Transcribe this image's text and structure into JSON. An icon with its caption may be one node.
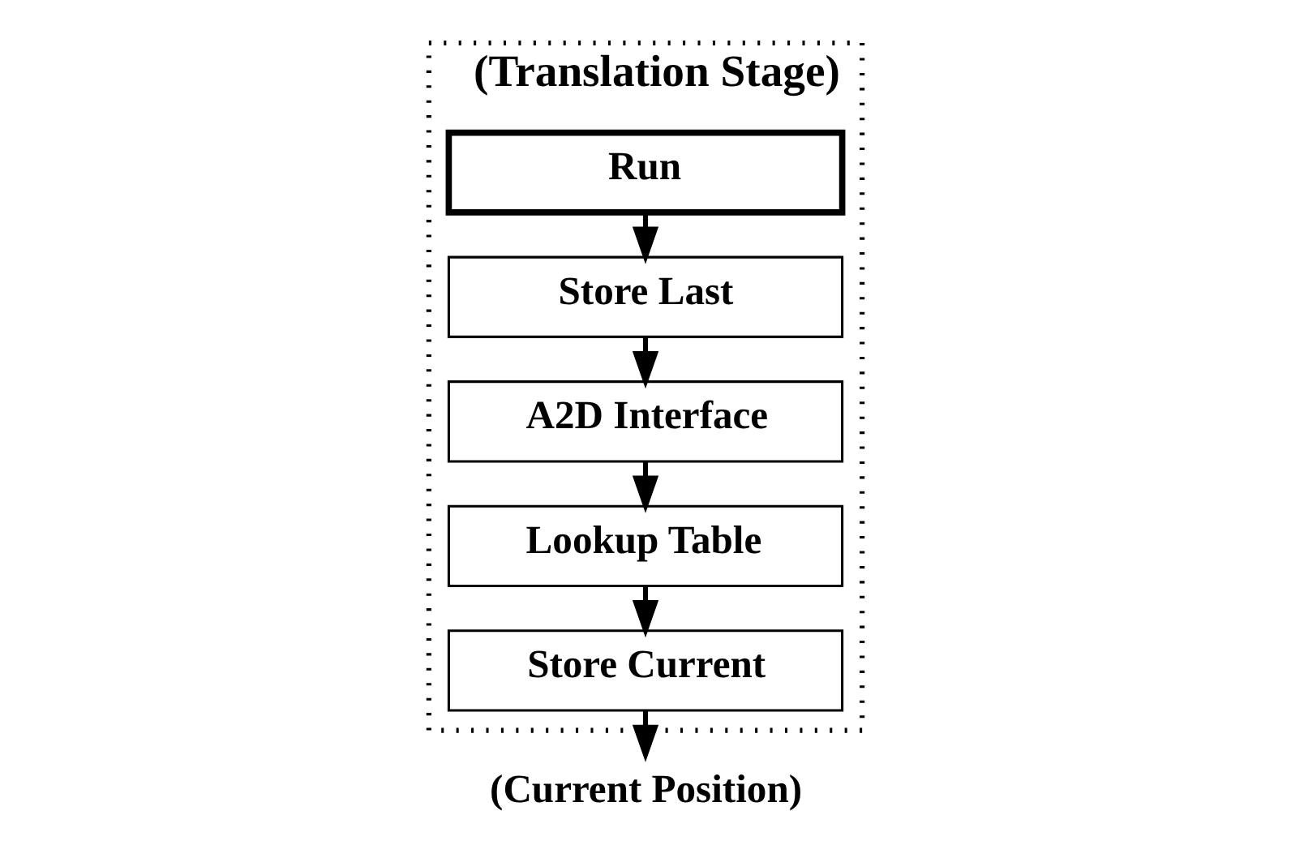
{
  "diagram": {
    "nodes": [
      {
        "text": [
          "(Translation Stage)"
        ]
      },
      {
        "text": [
          "Run"
        ],
        "in": 0
      },
      {
        "text": [
          "Store Last"
        ],
        "in": 0
      },
      {
        "text": [
          "A2D Interface"
        ],
        "in": 0
      },
      {
        "text": [
          "Lookup Table"
        ],
        "in": 0
      },
      {
        "text": [
          "Store Current"
        ],
        "in": 0
      },
      {
        "text": [
          "(Current Position)"
        ]
      }
    ],
    "edges": [
      {
        "from": 1,
        "to": 2,
        "arrow": "to"
      },
      {
        "from": 2,
        "to": 3,
        "arrow": "to"
      },
      {
        "from": 3,
        "to": 4,
        "arrow": "to"
      },
      {
        "from": 4,
        "to": 5,
        "arrow": "to"
      },
      {
        "from": 5,
        "to": 6,
        "arrow": "to"
      }
    ]
  }
}
